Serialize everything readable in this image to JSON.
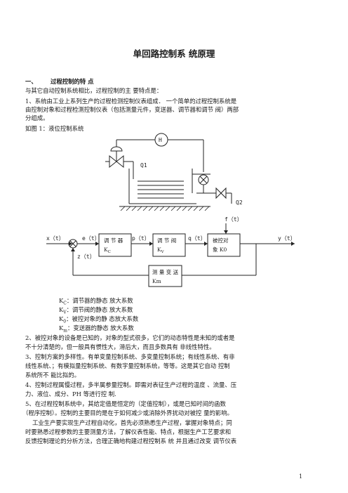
{
  "title": "单回路控制系 统原理",
  "section1": {
    "num": "一、",
    "title": "过程控制的特 点"
  },
  "lines": [
    "与其它自动控制系统相比，过程控制的主 要特点是：",
    "1、系统由工业上系列生产的过程检测控制仪表组成． 一个简单的过程控制系统是",
    "由控制对象和过程检测控制仪表（包括测量元件，变送器、调节器和调节 阀）两部",
    "分组成。",
    "如图 1：液位控制系统"
  ],
  "diagram": {
    "H": "H",
    "Q1": "Q1",
    "Q2": "Q2",
    "f": "f（t）",
    "x": "x（t）",
    "e": "e（t）",
    "p": "p（t）",
    "q": "q（t）",
    "y": "y（t）",
    "z": "z（t）",
    "controller_l1": "调 节 器",
    "controller_l2": "K",
    "controller_sub": "C",
    "valve_l1": "调 节 阀",
    "valve_l2": "K",
    "valve_sub": "V",
    "object_l1": "被控对",
    "object_l2": "象 K0",
    "transmitter_l1": "测 量 变 送",
    "transmitter_l2": "Km"
  },
  "defs": [
    {
      "k": "K",
      "sub": "C",
      "text": "：调节器的静态 放大系数"
    },
    {
      "k": "K",
      "sub": "V",
      "text": "：调节阀的静态 放大系数"
    },
    {
      "k": "K",
      "sub": "0",
      "text": "：被控对象的静 态放大系数"
    },
    {
      "k": "K",
      "sub": "m",
      "text": "：变送器的静态 放大系数"
    }
  ],
  "lines2": [
    "2、被控对象的设备是已知的，对象的型式很多，它们的动态特性是未知的或者是",
    "不十分清楚的，但一般具有惯性大，滞后大，而且多数具有 非线性特性。",
    "3、控制方案的多样性。有单变量控制系统、多变量控制系统；有线性系统、有非",
    "线性系统、；有模拟量控制系统、有数字量控制系统，等等。这是其它自动 控制",
    "系统所不 能比拟的。",
    "4、控制过程属慢过程，多半属参量控制。即需对表征生产过程的温度 、流量、压",
    "力、液位、成分、PH 等进行控 制.",
    "5、在过程控制系统中，其给定值是恒定的（定值控制），或是已知时间的函数",
    "（程序控制）。控制的主要目的是在于如何减少或消除外界扰动对被控 量的影响。",
    "工业生产要实现生产过程自动化，首先必须熟悉生产过程，掌握对象特点；同",
    "时要熟悉过程参数的主要测量方法，了解仪表性能、特点，根据生产工艺要求和",
    "反馈控制理论的分析方法，合理正确地构建过程控制系 统 并且通过改变 调节仪表"
  ],
  "page_number": "1"
}
